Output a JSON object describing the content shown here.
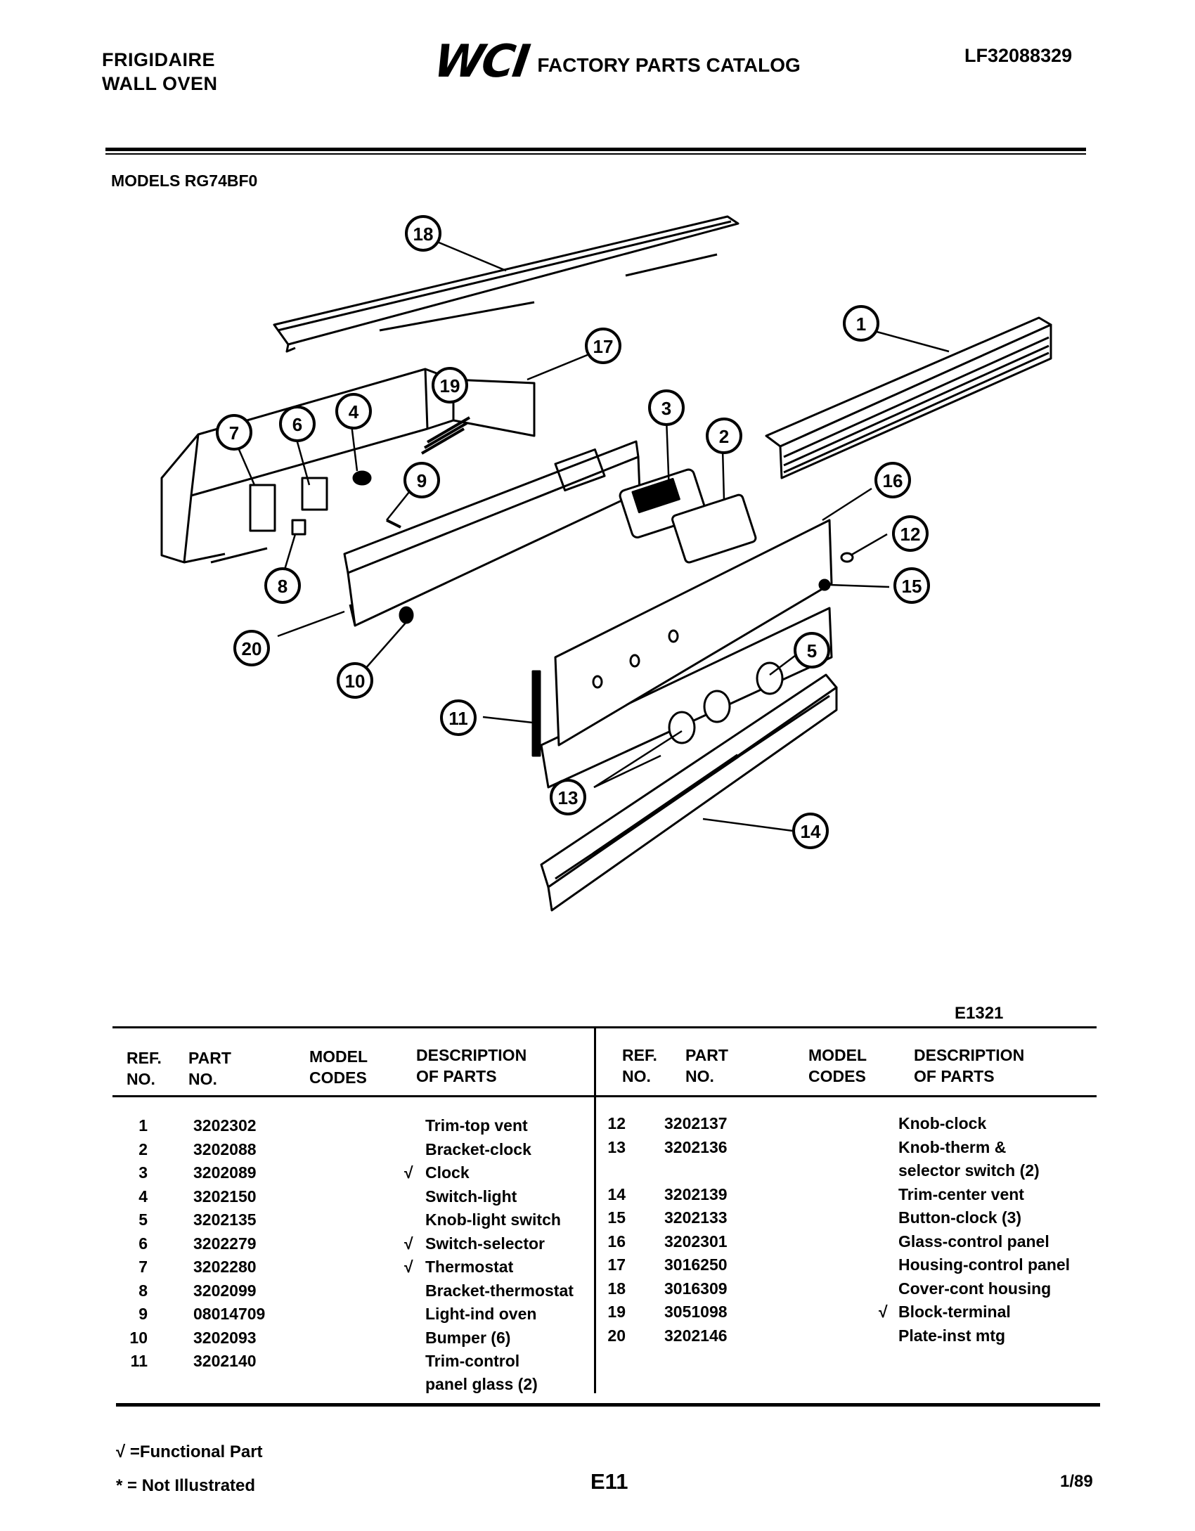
{
  "header": {
    "brand_line1": "FRIGIDAIRE",
    "brand_line2": "WALL OVEN",
    "logo": "WCI",
    "catalog_title": "FACTORY PARTS CATALOG",
    "catalog_number": "LF32088329"
  },
  "models_label": "MODELS RG74BF0",
  "diagram_code": "E1321",
  "callouts": [
    "1",
    "2",
    "3",
    "4",
    "5",
    "6",
    "7",
    "8",
    "9",
    "10",
    "11",
    "12",
    "13",
    "14",
    "15",
    "16",
    "17",
    "18",
    "19",
    "20"
  ],
  "table": {
    "headers": {
      "ref_no": "REF.\nNO.",
      "part_no": "PART\nNO.",
      "model_codes": "MODEL\nCODES",
      "description": "DESCRIPTION\nOF PARTS"
    },
    "left_rows": [
      {
        "ref": "1",
        "part": "3202302",
        "mark": "",
        "desc": "Trim-top vent"
      },
      {
        "ref": "2",
        "part": "3202088",
        "mark": "",
        "desc": "Bracket-clock"
      },
      {
        "ref": "3",
        "part": "3202089",
        "mark": "√",
        "desc": "Clock"
      },
      {
        "ref": "4",
        "part": "3202150",
        "mark": "",
        "desc": "Switch-light"
      },
      {
        "ref": "5",
        "part": "3202135",
        "mark": "",
        "desc": "Knob-light switch"
      },
      {
        "ref": "6",
        "part": "3202279",
        "mark": "√",
        "desc": "Switch-selector"
      },
      {
        "ref": "7",
        "part": "3202280",
        "mark": "√",
        "desc": "Thermostat"
      },
      {
        "ref": "8",
        "part": "3202099",
        "mark": "",
        "desc": "Bracket-thermostat"
      },
      {
        "ref": "9",
        "part": "08014709",
        "mark": "",
        "desc": "Light-ind oven"
      },
      {
        "ref": "10",
        "part": "3202093",
        "mark": "",
        "desc": "Bumper (6)"
      },
      {
        "ref": "11",
        "part": "3202140",
        "mark": "",
        "desc": "Trim-control\npanel glass (2)"
      }
    ],
    "right_rows": [
      {
        "ref": "12",
        "part": "3202137",
        "mark": "",
        "desc": "Knob-clock"
      },
      {
        "ref": "13",
        "part": "3202136",
        "mark": "",
        "desc": "Knob-therm &\nselector switch (2)"
      },
      {
        "ref": "14",
        "part": "3202139",
        "mark": "",
        "desc": "Trim-center vent"
      },
      {
        "ref": "15",
        "part": "3202133",
        "mark": "",
        "desc": "Button-clock (3)"
      },
      {
        "ref": "16",
        "part": "3202301",
        "mark": "",
        "desc": "Glass-control panel"
      },
      {
        "ref": "17",
        "part": "3016250",
        "mark": "",
        "desc": "Housing-control panel"
      },
      {
        "ref": "18",
        "part": "3016309",
        "mark": "",
        "desc": "Cover-cont housing"
      },
      {
        "ref": "19",
        "part": "3051098",
        "mark": "√",
        "desc": "Block-terminal"
      },
      {
        "ref": "20",
        "part": "3202146",
        "mark": "",
        "desc": "Plate-inst mtg"
      }
    ]
  },
  "legend": {
    "functional": "√ =Functional Part",
    "not_illustrated": "* = Not Illustrated"
  },
  "page_code": "E11",
  "date_code": "1/89"
}
